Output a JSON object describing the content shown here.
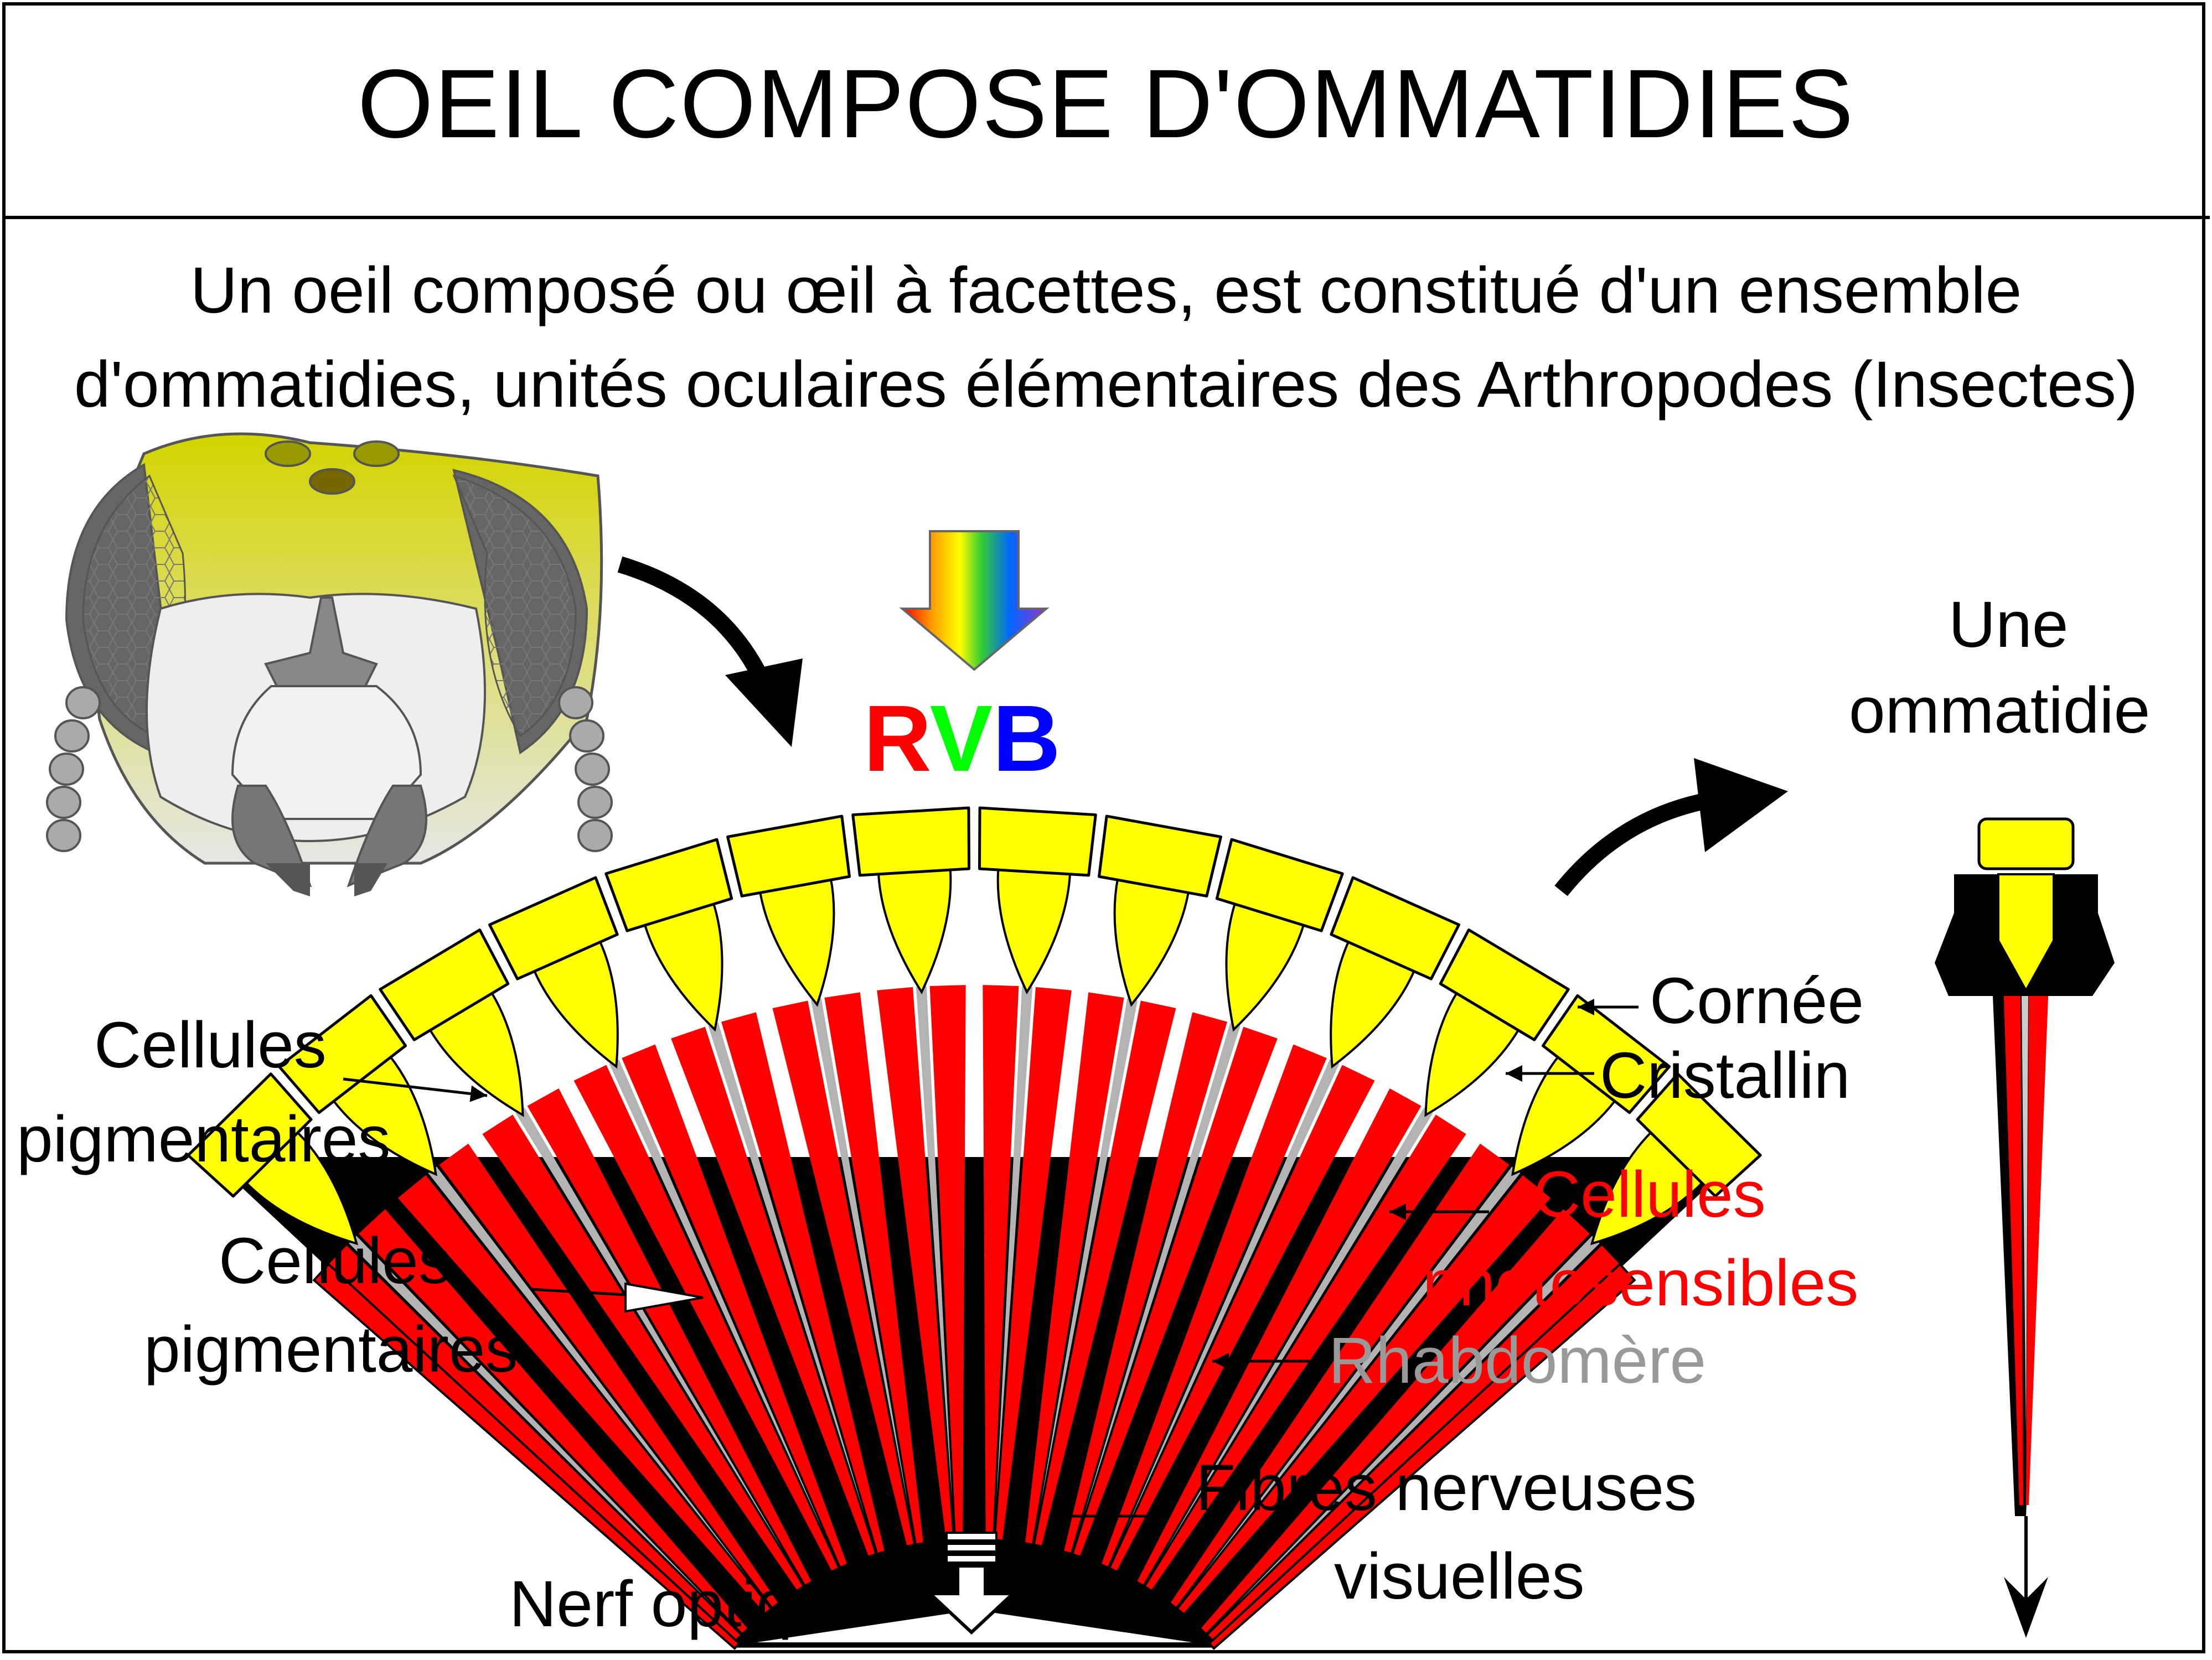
{
  "title": "OEIL COMPOSE D'OMMATIDIES",
  "intro": {
    "line1": "Un oeil composé ou œil à facettes, est constitué d'un ensemble",
    "line2": "d'ommatidies, unités oculaires élémentaires des Arthropodes (Insectes)"
  },
  "rvb": {
    "r": "R",
    "v": "V",
    "b": "B"
  },
  "labels": {
    "cellules_pigmentaires_1": {
      "line1": "Cellules",
      "line2": "pigmentaires"
    },
    "cellules_pigmentaires_2": {
      "line1": "Cellules",
      "line2": "pigmentaires"
    },
    "cornee": "Cornée",
    "cristallin": "Cristallin",
    "cellules_photosensibles": {
      "line1": "Cellules",
      "line2": "photosensibles"
    },
    "rhabdomere": "Rhabdomère",
    "fibres": {
      "line1": "Fibres nerveuses",
      "line2": "visuelles"
    },
    "nerf_optique": "Nerf optique",
    "une_ommatidie": {
      "line1": "Une",
      "line2": "ommatidie"
    }
  },
  "colors": {
    "cornea_yellow": "#ffff00",
    "photosensitive_red": "#ff0000",
    "rhabdomere_gray": "#999999",
    "head_gray": "#e6e6e6",
    "rvb_red": "#ff0000",
    "rvb_green": "#00ff00",
    "rvb_blue": "#0000ff"
  }
}
